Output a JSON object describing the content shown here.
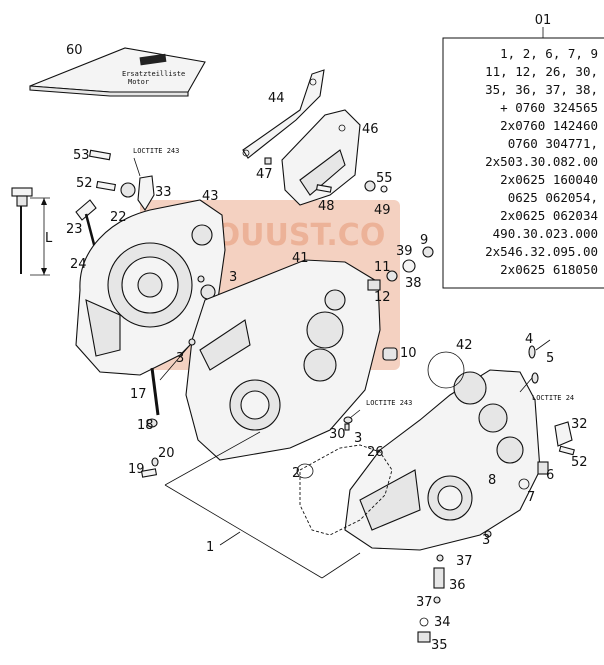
{
  "diagram": {
    "callouts": [
      {
        "id": "c60",
        "text": "60"
      },
      {
        "id": "c44",
        "text": "44"
      },
      {
        "id": "c46",
        "text": "46"
      },
      {
        "id": "c53",
        "text": "53"
      },
      {
        "id": "c52a",
        "text": "52"
      },
      {
        "id": "c33",
        "text": "33"
      },
      {
        "id": "c22",
        "text": "22"
      },
      {
        "id": "c43",
        "text": "43"
      },
      {
        "id": "c47",
        "text": "47"
      },
      {
        "id": "c48",
        "text": "48"
      },
      {
        "id": "c55",
        "text": "55"
      },
      {
        "id": "c49",
        "text": "49"
      },
      {
        "id": "c23",
        "text": "23"
      },
      {
        "id": "c24",
        "text": "24"
      },
      {
        "id": "cL",
        "text": "L"
      },
      {
        "id": "c3a",
        "text": "3"
      },
      {
        "id": "c41",
        "text": "41"
      },
      {
        "id": "c39",
        "text": "39"
      },
      {
        "id": "c9",
        "text": "9"
      },
      {
        "id": "c11",
        "text": "11"
      },
      {
        "id": "c38",
        "text": "38"
      },
      {
        "id": "c12",
        "text": "12"
      },
      {
        "id": "c3b",
        "text": "3"
      },
      {
        "id": "c10",
        "text": "10"
      },
      {
        "id": "c42",
        "text": "42"
      },
      {
        "id": "c4",
        "text": "4"
      },
      {
        "id": "c5",
        "text": "5"
      },
      {
        "id": "c17",
        "text": "17"
      },
      {
        "id": "c18",
        "text": "18"
      },
      {
        "id": "c30",
        "text": "30"
      },
      {
        "id": "c3c",
        "text": "3"
      },
      {
        "id": "c32",
        "text": "32"
      },
      {
        "id": "c26",
        "text": "26"
      },
      {
        "id": "c20",
        "text": "20"
      },
      {
        "id": "c52b",
        "text": "52"
      },
      {
        "id": "c19",
        "text": "19"
      },
      {
        "id": "c2",
        "text": "2"
      },
      {
        "id": "c6",
        "text": "6"
      },
      {
        "id": "c7",
        "text": "7"
      },
      {
        "id": "c8",
        "text": "8"
      },
      {
        "id": "c1",
        "text": "1"
      },
      {
        "id": "c3d",
        "text": "3"
      },
      {
        "id": "c37a",
        "text": "37"
      },
      {
        "id": "c36",
        "text": "36"
      },
      {
        "id": "c37b",
        "text": "37"
      },
      {
        "id": "c34",
        "text": "34"
      },
      {
        "id": "c35",
        "text": "35"
      }
    ],
    "notes": {
      "loctite_a": "LOCTITE 243",
      "loctite_b": "LOCTITE 243",
      "loctite_c": "LOCTITE 24"
    },
    "manual_text": {
      "line1": "Ersatzteilliste",
      "line2": "Motor"
    },
    "watermark": "OUUST.CO"
  },
  "parts_box": {
    "header": "01",
    "lines": [
      "1, 2, 6, 7, 9",
      "11, 12, 26, 30,",
      "35, 36, 37, 38,",
      "+ 0760 324565",
      "2x0760 142460",
      "0760 304771,",
      "2x503.30.082.00",
      "2x0625 160040",
      "0625 062054,",
      "2x0625 062034",
      "490.30.023.000",
      "2x546.32.095.00",
      "2x0625 618050"
    ]
  }
}
